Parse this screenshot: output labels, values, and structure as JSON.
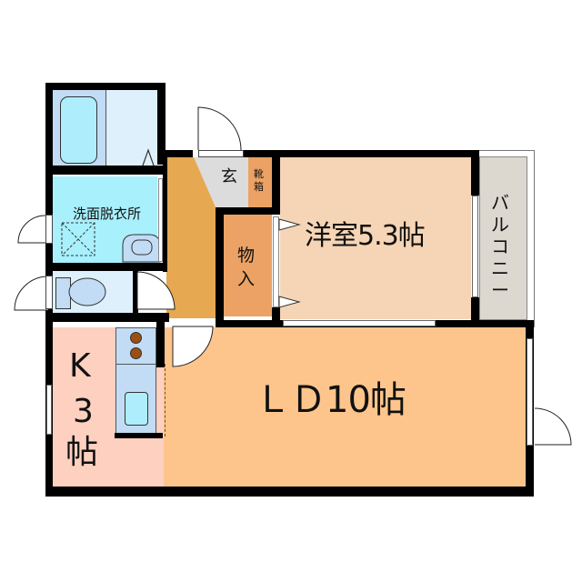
{
  "floorplan": {
    "rooms": {
      "bath": {
        "label": "",
        "color": "#c2dcf5",
        "tub_color": "#aeeefc"
      },
      "bath_anteroom": {
        "label": "",
        "color": "#def0fc"
      },
      "washroom": {
        "label": "洗面脱衣所",
        "color": "#a8f0fc"
      },
      "toilet": {
        "label": "",
        "color": "#def0fc"
      },
      "hallway": {
        "label": "",
        "color": "#e6a850"
      },
      "entrance": {
        "label": "玄",
        "color": "#dcdcdc"
      },
      "shoe_box": {
        "label_line1": "靴",
        "label_line2": "箱",
        "color": "#eba264"
      },
      "storage": {
        "label_line1": "物",
        "label_line2": "入",
        "color": "#eba264"
      },
      "western_room": {
        "label": "洋室5.3帖",
        "color": "#f5d5b5"
      },
      "balcony": {
        "label_chars": [
          "バ",
          "ル",
          "コ",
          "ニ",
          "ー"
        ],
        "color": "#dcd8d0"
      },
      "kitchen": {
        "label_line1": "K",
        "label_line2": "3",
        "label_line3": "帖",
        "color": "#fdd0c0"
      },
      "living_dining": {
        "label": "ＬＤ10帖",
        "color": "#fdc58c"
      }
    },
    "fixtures": {
      "stove_burner_color": "#9b4f12",
      "counter_color": "#c2dcf5",
      "sink_color": "#aeeefc"
    },
    "wall_color": "#000000"
  }
}
